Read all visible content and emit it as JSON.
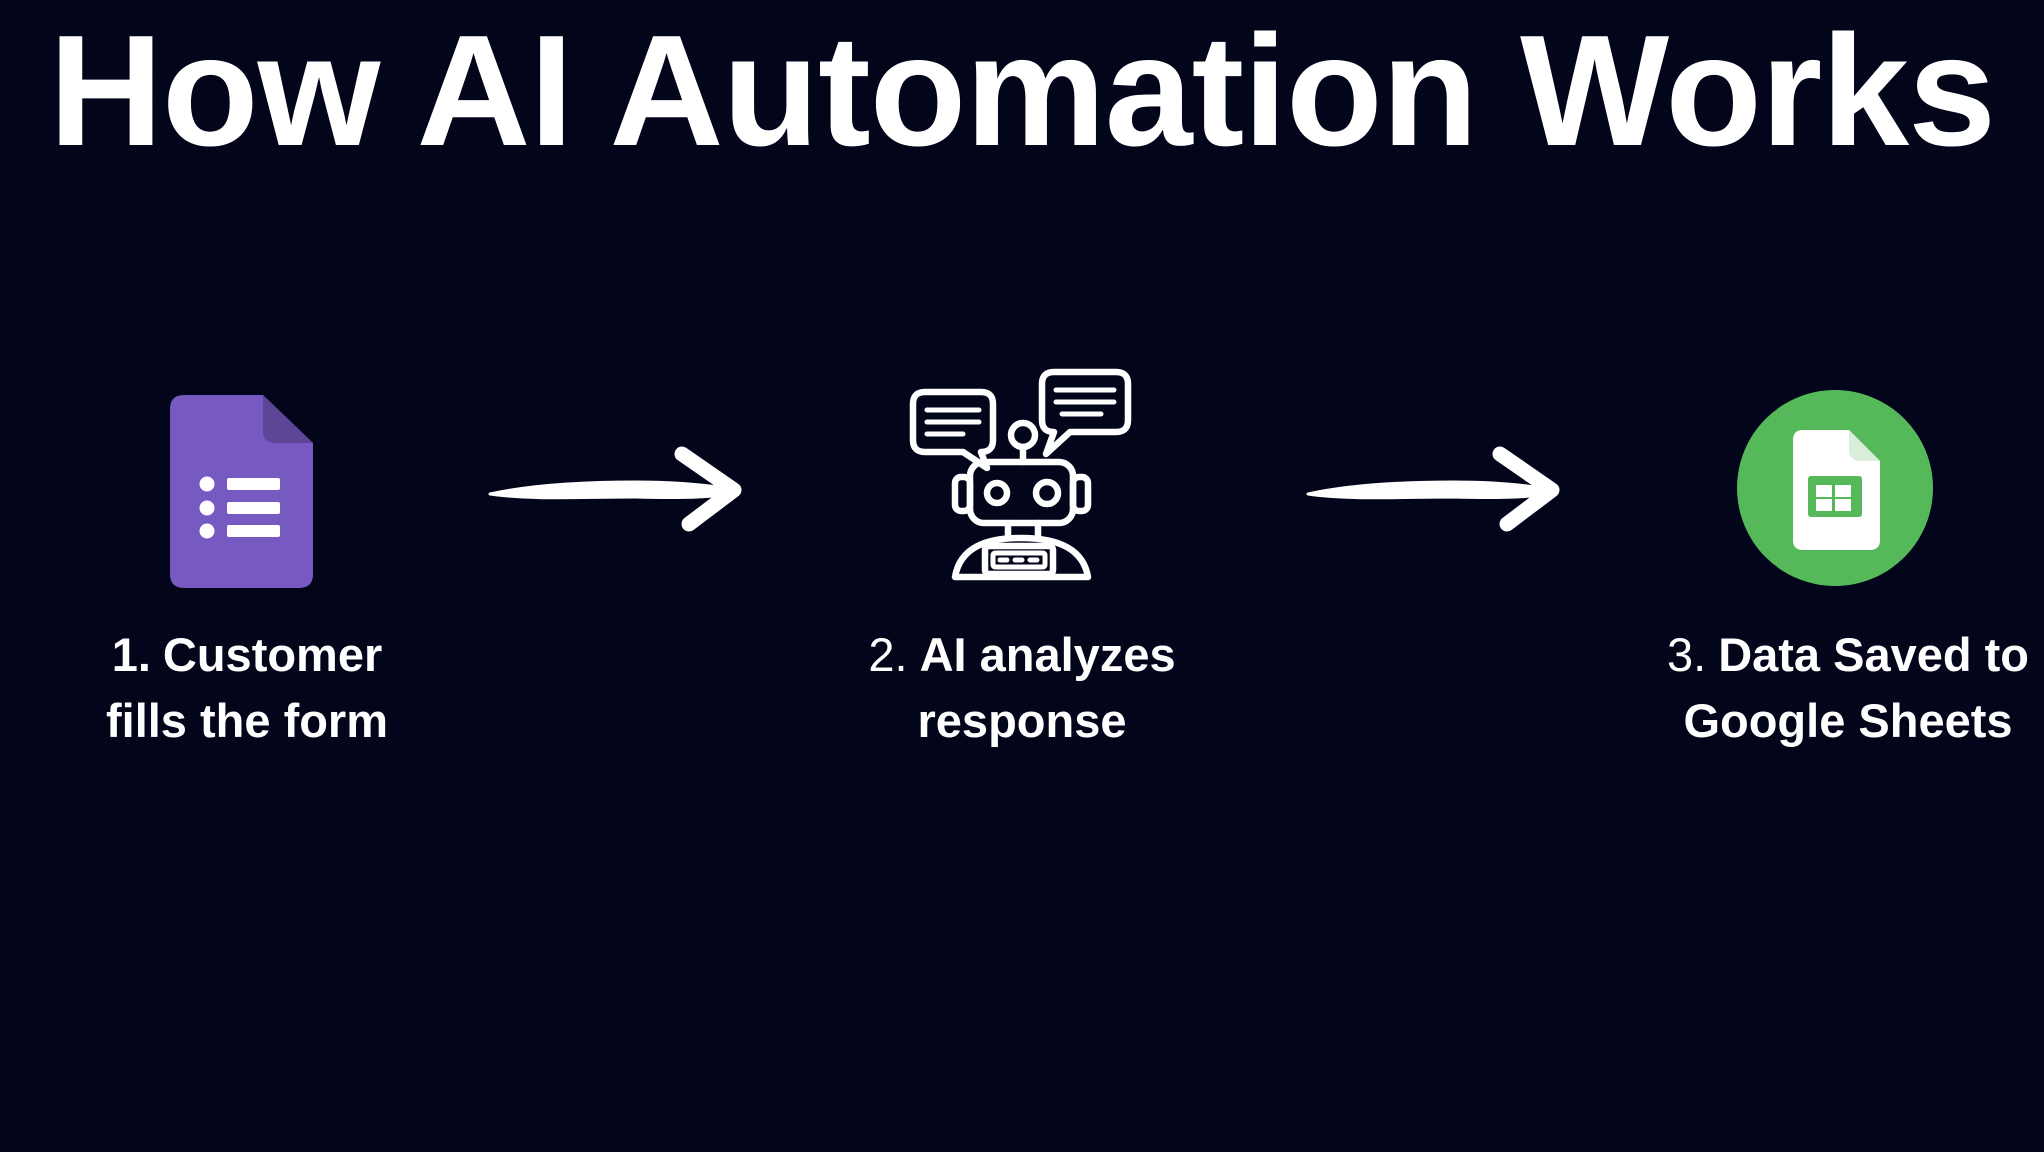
{
  "title": "How AI Automation Works",
  "colors": {
    "background": "#03051a",
    "text": "#ffffff",
    "forms_purple": "#7659c1",
    "forms_fold": "#5d4697",
    "sheets_green": "#55b95a",
    "sheets_fold": "#d8edda",
    "icon_stroke": "#ffffff"
  },
  "steps": [
    {
      "number": "1.",
      "label_line1": "Customer",
      "label_line2": "fills the form",
      "icon": "google-forms-icon"
    },
    {
      "number": "2.",
      "label_line1": "AI analyzes",
      "label_line2": "response",
      "icon": "ai-robot-chat-icon"
    },
    {
      "number": "3.",
      "label_line1": "Data Saved to",
      "label_line2": "Google Sheets",
      "icon": "google-sheets-icon"
    }
  ],
  "connectors": [
    {
      "icon": "arrow-right-icon"
    },
    {
      "icon": "arrow-right-icon"
    }
  ]
}
